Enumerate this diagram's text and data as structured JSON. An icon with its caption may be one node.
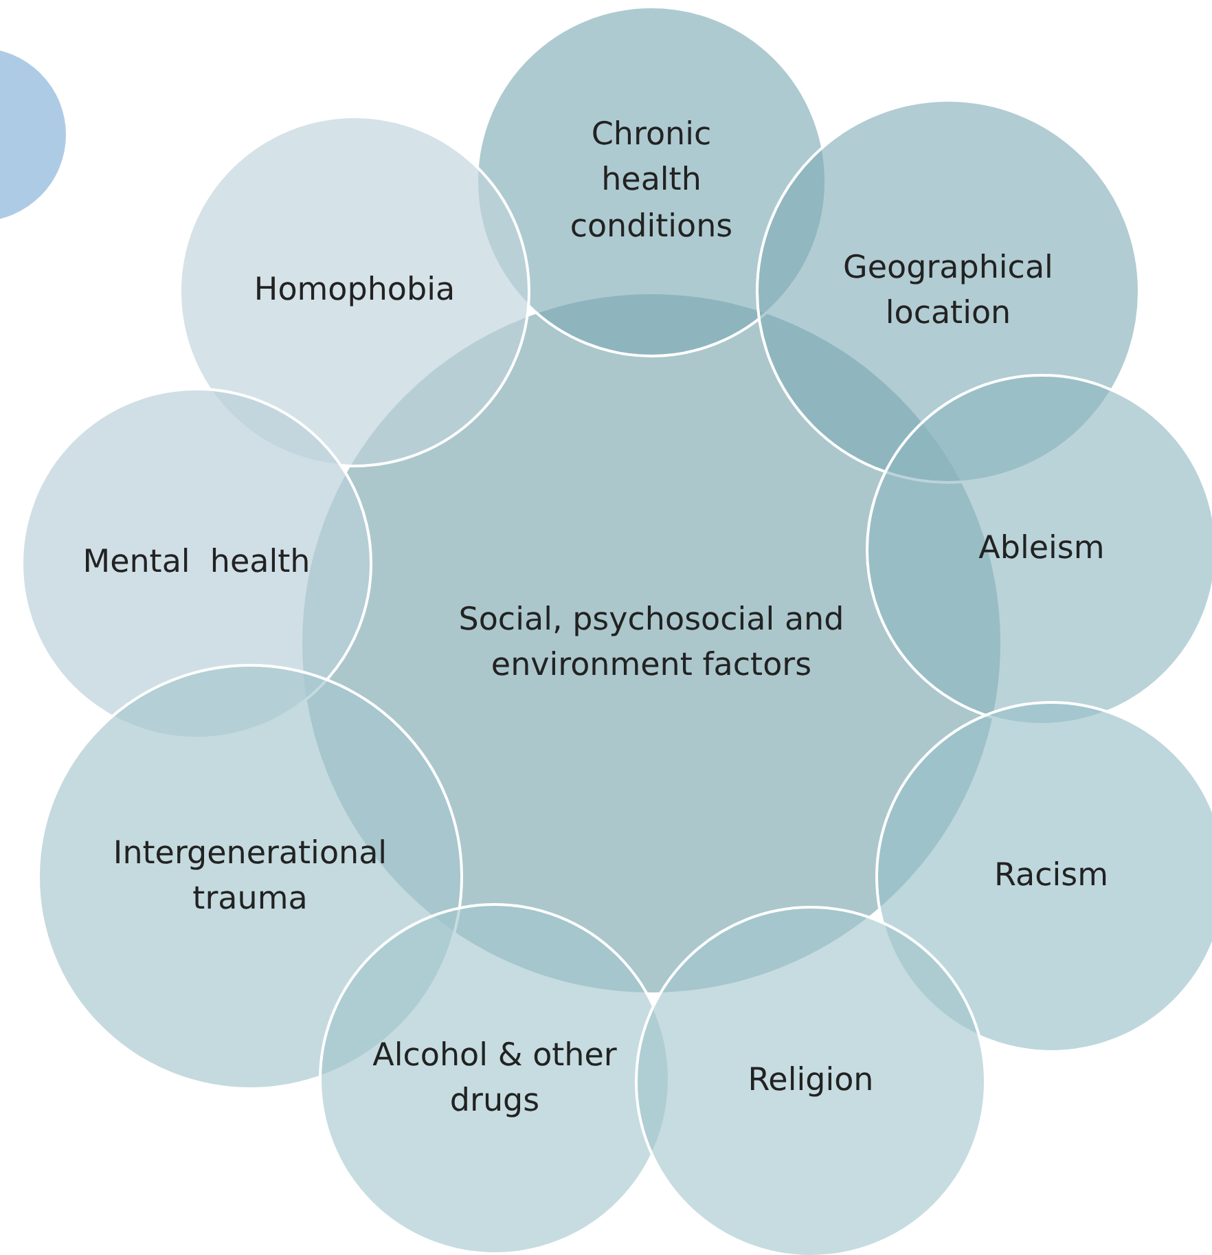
{
  "diagram": {
    "nodes": [
      {
        "text": [
          "Social, psychosocial and environment factors"
        ]
      },
      {
        "text": [],
        "shape": "circle"
      },
      {
        "text": [
          "Chronic health conditions"
        ]
      },
      {
        "text": [
          "Homophobia"
        ]
      },
      {
        "text": [
          "Geographical location"
        ]
      },
      {
        "text": [
          "Mental  health"
        ]
      },
      {
        "text": [
          "Ableism"
        ]
      },
      {
        "text": [
          "Intergenerational trauma"
        ]
      },
      {
        "text": [
          "Racism"
        ]
      },
      {
        "text": [
          "Alcohol & other drugs"
        ]
      },
      {
        "text": [
          "Religion"
        ]
      }
    ]
  }
}
